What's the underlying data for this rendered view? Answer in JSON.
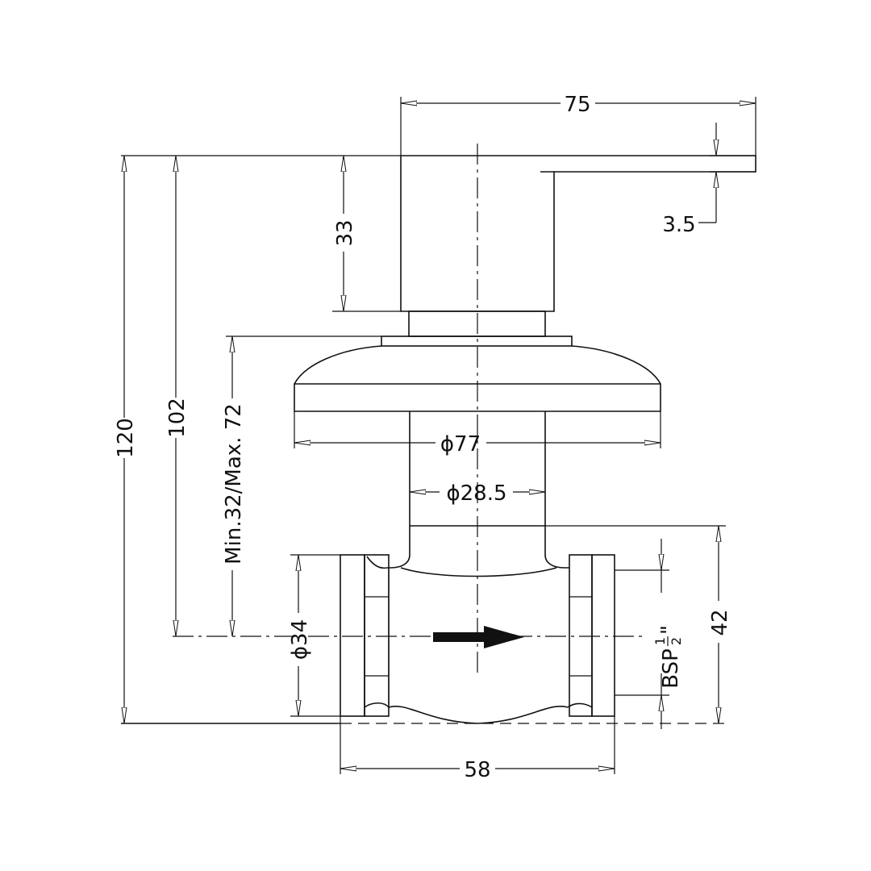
{
  "dimensions": {
    "handle_width": "75",
    "handle_thickness": "3.5",
    "handle_height": "33",
    "total_height": "120",
    "height_to_axis": "102",
    "wall_range": "Min.32/Max. 72",
    "rosette_diameter": "ϕ77",
    "stem_diameter": "ϕ28.5",
    "pipe_diameter": "ϕ34",
    "thread_label": "BSP",
    "thread_numerator": "1",
    "thread_denominator": "2",
    "thread_inch": "\"",
    "body_height": "42",
    "body_length": "58"
  },
  "symbols": {
    "flow_direction": "right-arrow-icon"
  }
}
